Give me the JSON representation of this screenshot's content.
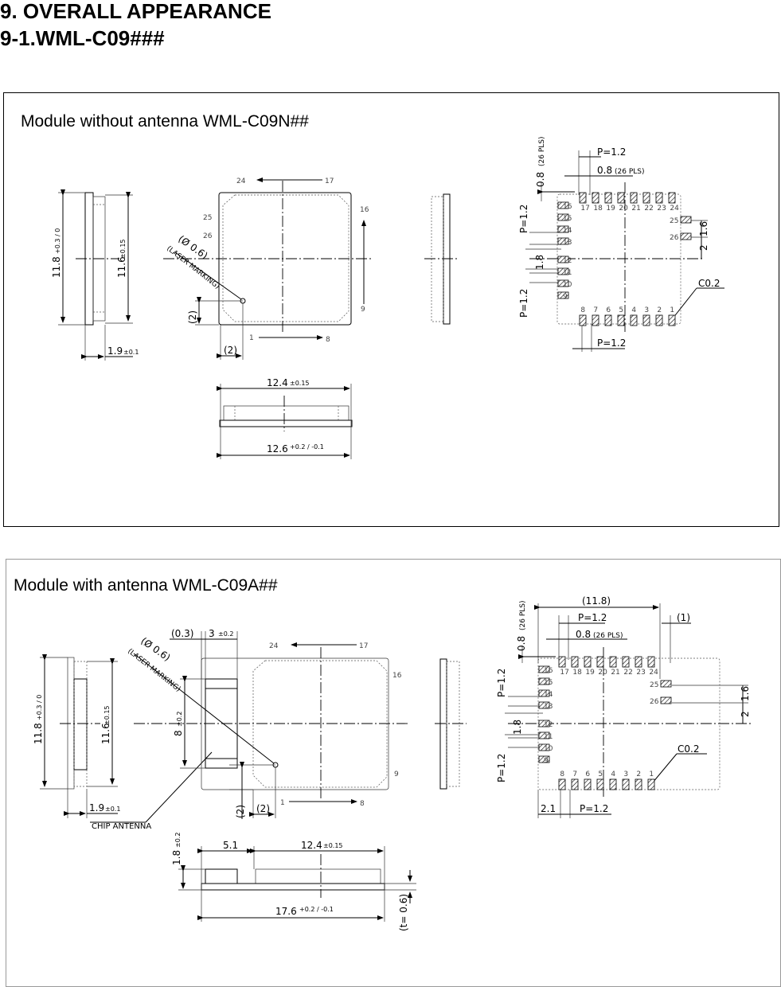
{
  "heading": {
    "section": "9. OVERALL APPEARANCE",
    "subsection": "9-1.WML-C09###"
  },
  "panel1": {
    "title": "Module without antenna WML-C09N##",
    "dims": {
      "h_outer": "11.8",
      "h_outer_tol": "+0.3 / 0",
      "h_inner": "11.6",
      "h_inner_tol": "±0.15",
      "thickness": "1.9",
      "thickness_tol": "±0.1",
      "marking_dia": "(Ø 0.6)",
      "marking_note": "(LASER MARKING)",
      "corner_v": "(2)",
      "corner_h": "(2)",
      "w_inner": "12.4",
      "w_inner_tol": "±0.15",
      "w_outer": "12.6",
      "w_outer_tol": "+0.2 / -0.1"
    },
    "pins_top_face": {
      "top_left": "24",
      "top_right": "17",
      "right_top": "16",
      "right_bottom": "9",
      "bottom_left": "1",
      "bottom_right": "8",
      "left_a": "25",
      "left_b": "26"
    },
    "footprint": {
      "pitch_top": "P=1.2",
      "pad_w": "0.8",
      "pad_w_note": "(26 PLS)",
      "pad_l": "0.8",
      "pad_l_note": "(26 PLS)",
      "pitch_left_top": "P=1.2",
      "pitch_left_bottom": "P=1.2",
      "gap": "1.8",
      "pitch_bottom": "P=1.2",
      "pin2526": "1.6",
      "pin2526_off": "2",
      "chamfer": "C0.2",
      "top_pins": [
        "17",
        "18",
        "19",
        "20",
        "21",
        "22",
        "23",
        "24"
      ],
      "left_pins": [
        "16",
        "15",
        "14",
        "13",
        "12",
        "11",
        "10",
        "9"
      ],
      "bottom_pins": [
        "8",
        "7",
        "6",
        "5",
        "4",
        "3",
        "2",
        "1"
      ],
      "side_pins": [
        "25",
        "26"
      ]
    }
  },
  "panel2": {
    "title": "Module with antenna WML-C09A##",
    "dims": {
      "h_outer": "11.8",
      "h_outer_tol": "+0.3 / 0",
      "h_inner": "11.6",
      "h_inner_tol": "±0.15",
      "thickness": "1.9",
      "thickness_tol": "±0.1",
      "chip_antenna": "CHIP ANTENNA",
      "ant_gap": "(0.3)",
      "ant_w": "3",
      "ant_w_tol": "±0.2",
      "ant_h": "8",
      "ant_h_tol": "±0.2",
      "marking_dia": "(Ø 0.6)",
      "marking_note": "(LASER MARKING)",
      "corner_v": "(2)",
      "corner_h": "(2)",
      "ant_len": "5.1",
      "w_inner": "12.4",
      "w_inner_tol": "±0.15",
      "h_ant": "1.8",
      "h_ant_tol": "±0.2",
      "w_total": "17.6",
      "w_total_tol": "+0.2 / -0.1",
      "pcb_t": "(t= 0.6)"
    },
    "pins_top_face": {
      "top_left": "24",
      "top_right": "17",
      "right_top": "16",
      "right_bottom": "9",
      "bottom_left": "1",
      "bottom_right": "8"
    },
    "footprint": {
      "width_ref": "(11.8)",
      "pitch_top": "P=1.2",
      "edge": "(1)",
      "pad_w": "0.8",
      "pad_w_note": "(26 PLS)",
      "pad_l": "0.8",
      "pad_l_note": "(26 PLS)",
      "pitch_left_top": "P=1.2",
      "pitch_left_bottom": "P=1.2",
      "gap": "1.8",
      "pin2526": "1.6",
      "pin2526_off": "2",
      "chamfer": "C0.2",
      "offset_left": "2.1",
      "pitch_bottom": "P=1.2",
      "top_pins": [
        "17",
        "18",
        "19",
        "20",
        "21",
        "22",
        "23",
        "24"
      ],
      "left_pins": [
        "16",
        "15",
        "14",
        "13",
        "12",
        "11",
        "10",
        "9"
      ],
      "bottom_pins": [
        "8",
        "7",
        "6",
        "5",
        "4",
        "3",
        "2",
        "1"
      ],
      "side_pins": [
        "25",
        "26"
      ]
    }
  }
}
